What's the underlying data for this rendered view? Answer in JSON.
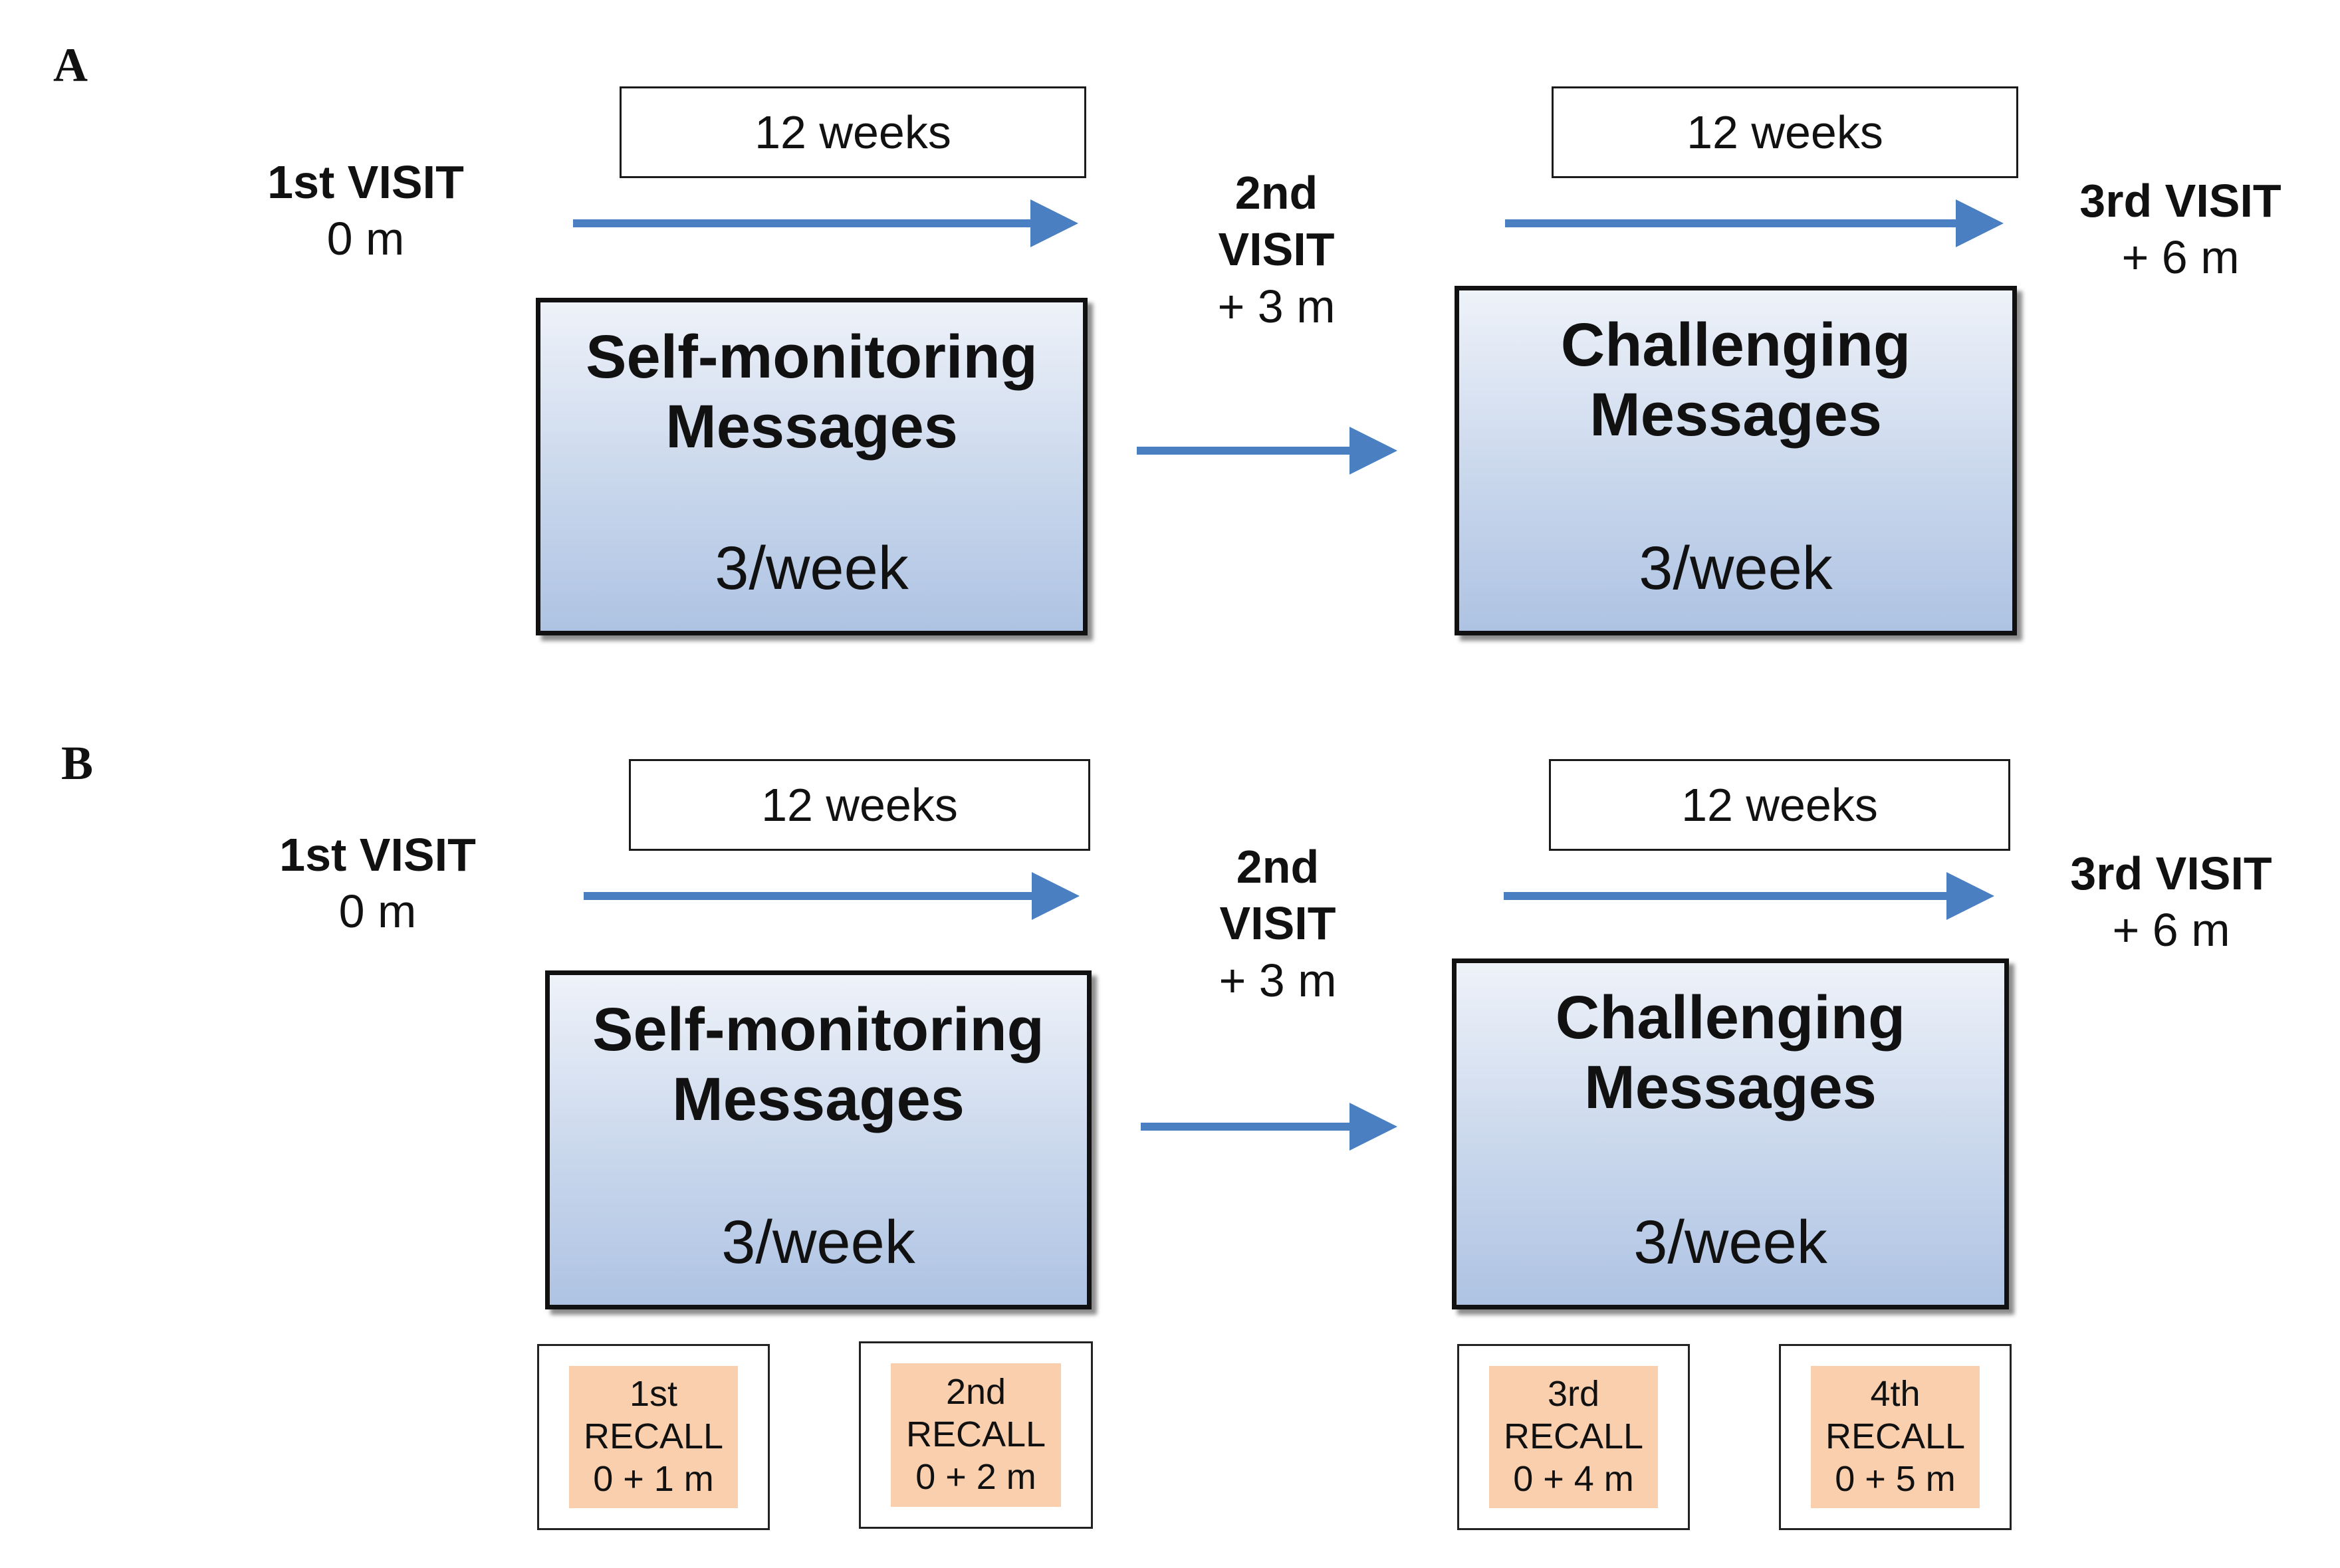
{
  "panels": [
    {
      "letter": "A",
      "durations": [
        "12 weeks",
        "12 weeks"
      ],
      "visits": [
        {
          "name": "1st VISIT",
          "time": "0 m"
        },
        {
          "name": "2nd VISIT",
          "name_lines": [
            "2nd",
            "VISIT"
          ],
          "time": "+ 3 m"
        },
        {
          "name": "3rd VISIT",
          "time": "+ 6 m"
        }
      ],
      "boxes": [
        {
          "title_lines": [
            "Self-monitoring",
            "Messages"
          ],
          "frequency": "3/week"
        },
        {
          "title_lines": [
            "Challenging",
            "Messages"
          ],
          "frequency": "3/week"
        }
      ]
    },
    {
      "letter": "B",
      "durations": [
        "12 weeks",
        "12 weeks"
      ],
      "visits": [
        {
          "name": "1st VISIT",
          "time": "0 m"
        },
        {
          "name": "2nd VISIT",
          "name_lines": [
            "2nd",
            "VISIT"
          ],
          "time": "+ 3 m"
        },
        {
          "name": "3rd VISIT",
          "time": "+ 6 m"
        }
      ],
      "boxes": [
        {
          "title_lines": [
            "Self-monitoring",
            "Messages"
          ],
          "frequency": "3/week"
        },
        {
          "title_lines": [
            "Challenging",
            "Messages"
          ],
          "frequency": "3/week"
        }
      ],
      "recalls": [
        {
          "ordinal": "1st",
          "label": "RECALL",
          "time": "0 + 1 m"
        },
        {
          "ordinal": "2nd",
          "label": "RECALL",
          "time": "0 + 2 m"
        },
        {
          "ordinal": "3rd",
          "label": "RECALL",
          "time": "0 + 4 m"
        },
        {
          "ordinal": "4th",
          "label": "RECALL",
          "time": "0 + 5 m"
        }
      ]
    }
  ],
  "colors": {
    "arrow": "#4a7fc1",
    "box_gradient_top": "#eef2f9",
    "box_gradient_bottom": "#aec3e3",
    "recall_fill": "#f9cfae"
  }
}
